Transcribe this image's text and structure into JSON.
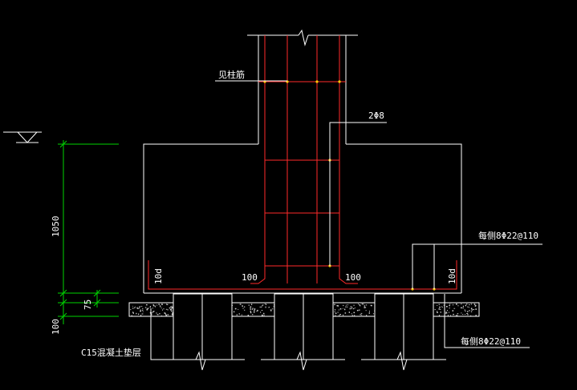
{
  "colors": {
    "background": "#000000",
    "outline": "#ffffff",
    "rebar": "#ff2a2a",
    "dimension": "#00d400",
    "leader_dot": "#ffcc00"
  },
  "labels": {
    "column_rebar_note": "见柱筋",
    "stirrup_note": "2Φ8",
    "top_bottom_rebar_note": "每侧8Φ22@110",
    "bottom_rebar_note": "每侧8Φ22@110",
    "cushion_note": "C15混凝土垫层",
    "anchor_left": "10d",
    "anchor_right": "10d",
    "hook_left": "100",
    "hook_right": "100"
  },
  "dimensions": {
    "cap_height": "1050",
    "cover": "75",
    "cushion_thickness": "100"
  }
}
